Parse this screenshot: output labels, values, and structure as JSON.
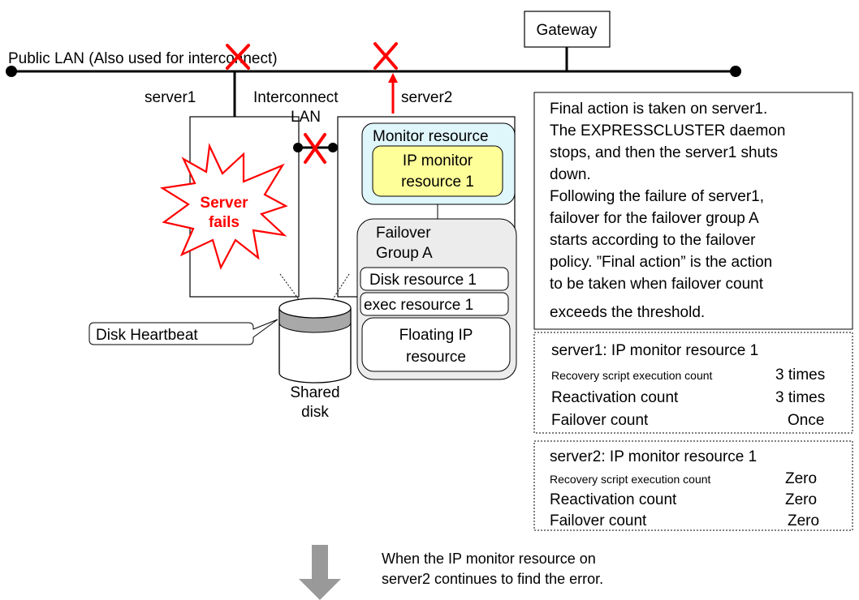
{
  "network": {
    "public_lan_label": "Public LAN (Also used for interconnect)",
    "gateway_label": "Gateway",
    "interconnect_label_line1": "Interconnect",
    "interconnect_label_line2": "LAN"
  },
  "servers": {
    "server1_label": "server1",
    "server2_label": "server2",
    "server_fails_line1": "Server",
    "server_fails_line2": "fails"
  },
  "monitor_resource": {
    "label": "Monitor resource",
    "ip_monitor_line1": "IP monitor",
    "ip_monitor_line2": "resource 1"
  },
  "failover_group": {
    "title_line1": "Failover",
    "title_line2": "Group A",
    "disk_resource": "Disk resource 1",
    "exec_resource": "exec resource 1",
    "floating_ip_line1": "Floating IP",
    "floating_ip_line2": "resource"
  },
  "shared_disk": {
    "label_line1": "Shared",
    "label_line2": "disk",
    "heartbeat_label": "Disk Heartbeat"
  },
  "note": {
    "lines": [
      "Final action is taken on server1.",
      "The EXPRESSCLUSTER daemon",
      "stops, and then the server1 shuts",
      "down.",
      "Following the failure of server1,",
      "failover for the failover group A",
      "starts according to the failover",
      "policy. ”Final action” is the action",
      "to be taken when failover count",
      "exceeds the threshold."
    ]
  },
  "server1_counts": {
    "title": "server1: IP monitor resource 1",
    "rows": [
      {
        "label": "Recovery script execution count",
        "value": "3 times"
      },
      {
        "label": "Reactivation count",
        "value": "3 times"
      },
      {
        "label": "Failover count",
        "value": "Once"
      }
    ]
  },
  "server2_counts": {
    "title": "server2: IP monitor resource 1",
    "rows": [
      {
        "label": "Recovery script execution count",
        "value": "Zero"
      },
      {
        "label": "Reactivation count",
        "value": "Zero"
      },
      {
        "label": "Failover count",
        "value": "Zero"
      }
    ]
  },
  "bottom_note": {
    "line1": "When the IP monitor resource on",
    "line2": "server2 continues to find the error."
  },
  "colors": {
    "failure_red": "#ff0000",
    "monitor_fill": "#dff6fb",
    "ip_monitor_fill": "#ffff99",
    "group_fill": "#ececec",
    "arrow_gray": "#999999"
  }
}
